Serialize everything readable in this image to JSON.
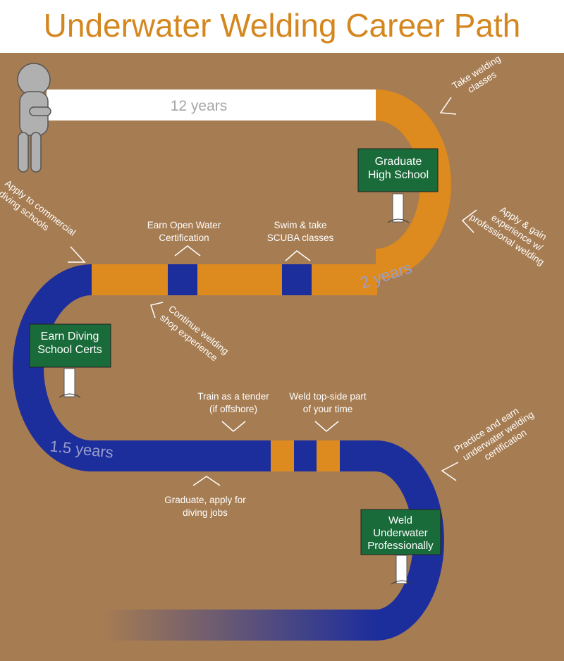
{
  "title": "Underwater Welding Career Path",
  "colors": {
    "background": "#a67c52",
    "orange": "#dd8a1e",
    "blue": "#1c2d9c",
    "sign_green": "#1a6b3a",
    "annotation": "#ffffff",
    "duration_label": "#9a9fcc",
    "twelve_years_label": "#a6a6a6"
  },
  "durations": {
    "twelve_years": "12 years",
    "two_years": "2 years",
    "one_half_years": "1.5 years"
  },
  "signs": {
    "graduate_high_school": [
      "Graduate",
      "High School"
    ],
    "earn_diving_certs": [
      "Earn Diving",
      "School Certs"
    ],
    "weld_underwater": [
      "Weld",
      "Underwater",
      "Professionally"
    ]
  },
  "annotations": {
    "take_welding_classes": [
      "Take welding",
      "classes"
    ],
    "apply_gain_experience": [
      "Apply & gain",
      "experience w/",
      "professional welding"
    ],
    "apply_commercial_diving": [
      "Apply to commercial",
      "diving schools"
    ],
    "earn_open_water": [
      "Earn Open Water",
      "Certification"
    ],
    "swim_scuba": [
      "Swim & take",
      "SCUBA classes"
    ],
    "continue_welding_shop": [
      "Continue welding",
      "shop experience"
    ],
    "train_tender": [
      "Train as a tender",
      "(if offshore)"
    ],
    "weld_top_side": [
      "Weld top-side part",
      "of your time"
    ],
    "practice_earn_cert": [
      "Practice and earn",
      "underwater welding",
      "certification"
    ],
    "graduate_apply_jobs": [
      "Graduate, apply for",
      "diving jobs"
    ]
  }
}
